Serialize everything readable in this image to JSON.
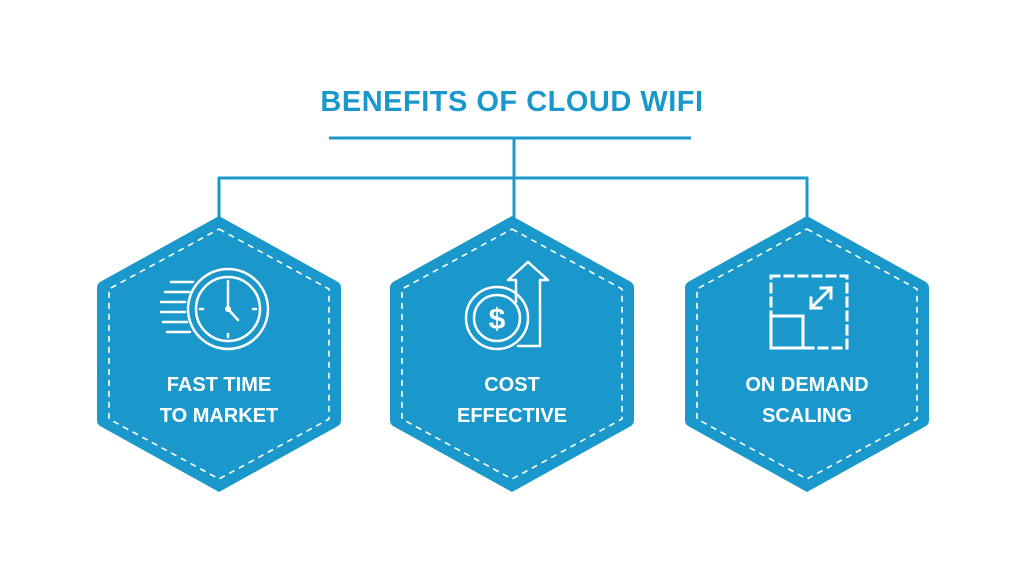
{
  "title": "BENEFITS OF CLOUD WIFI",
  "colors": {
    "brand": "#1a98cb",
    "text_on_brand": "#ffffff",
    "background": "#ffffff"
  },
  "cards": [
    {
      "icon": "stopwatch-speed-icon",
      "line1": "FAST TIME",
      "line2": "TO MARKET"
    },
    {
      "icon": "dollar-coin-up-arrow-icon",
      "line1": "COST",
      "line2": "EFFECTIVE"
    },
    {
      "icon": "resize-scale-icon",
      "line1": "ON DEMAND",
      "line2": "SCALING"
    }
  ]
}
